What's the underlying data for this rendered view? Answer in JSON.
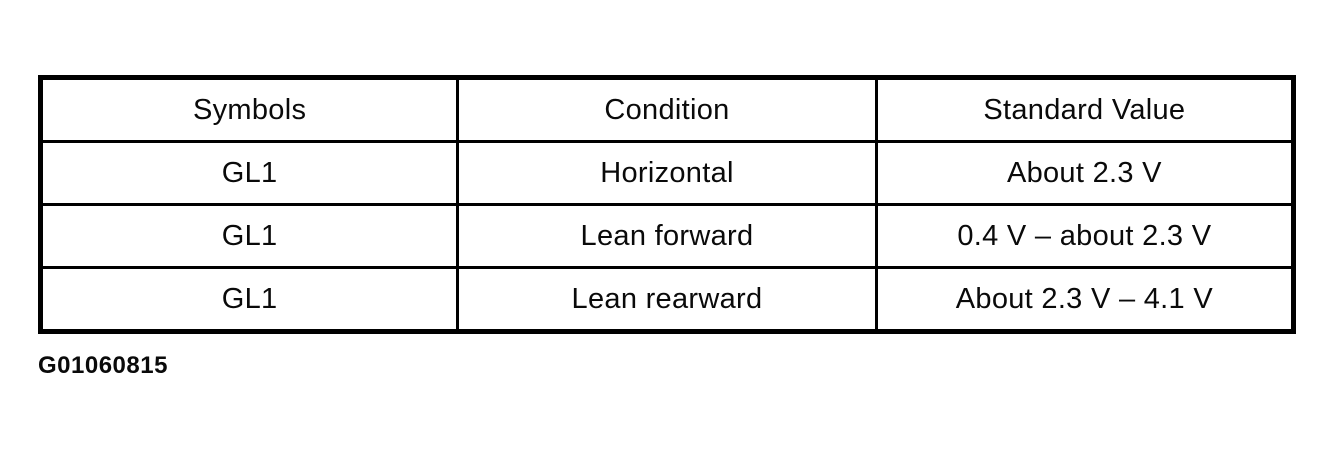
{
  "document": {
    "type": "scanned-service-manual-table",
    "figure_id": "G01060815"
  },
  "colors": {
    "background": "#ffffff",
    "border": "#000000",
    "text": "#0a0a0a"
  },
  "chart_data": {
    "type": "table",
    "columns": [
      "Symbols",
      "Condition",
      "Standard Value"
    ],
    "rows": [
      [
        "GL1",
        "Horizontal",
        "About 2.3 V"
      ],
      [
        "GL1",
        "Lean forward",
        "0.4 V – about 2.3 V"
      ],
      [
        "GL1",
        "Lean rearward",
        "About 2.3 V – 4.1 V"
      ]
    ]
  },
  "table": {
    "headers": {
      "symbols": "Symbols",
      "condition": "Condition",
      "standard_value": "Standard Value"
    },
    "rows": [
      {
        "symbol": "GL1",
        "condition": "Horizontal",
        "standard_value": "About 2.3 V"
      },
      {
        "symbol": "GL1",
        "condition": "Lean forward",
        "standard_value": "0.4 V – about 2.3 V"
      },
      {
        "symbol": "GL1",
        "condition": "Lean rearward",
        "standard_value": "About 2.3 V – 4.1 V"
      }
    ]
  },
  "caption": {
    "figure_id": "G01060815"
  }
}
